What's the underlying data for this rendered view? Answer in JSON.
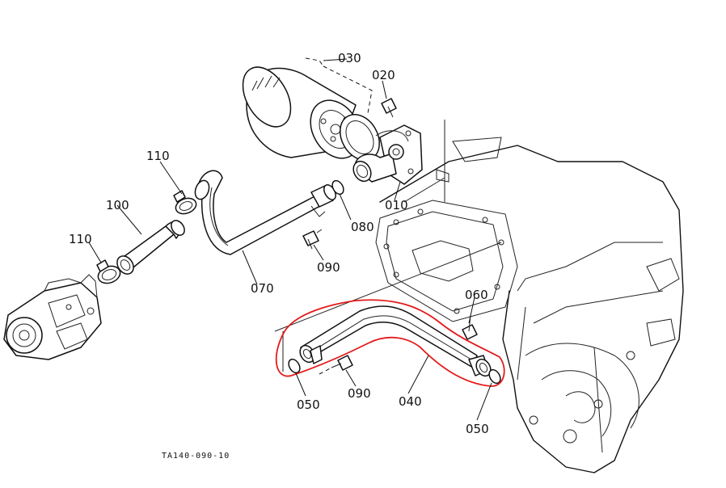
{
  "figure_code": "TA140-090-10",
  "labels": {
    "p010": "010",
    "p020": "020",
    "p030": "030",
    "p040": "040",
    "p050_left": "050",
    "p050_right": "050",
    "p060": "060",
    "p070": "070",
    "p080": "080",
    "p090_upper": "090",
    "p090_lower": "090",
    "p100": "100",
    "p110_upper": "110",
    "p110_lower": "110"
  },
  "highlight_color": "#e31b1b"
}
